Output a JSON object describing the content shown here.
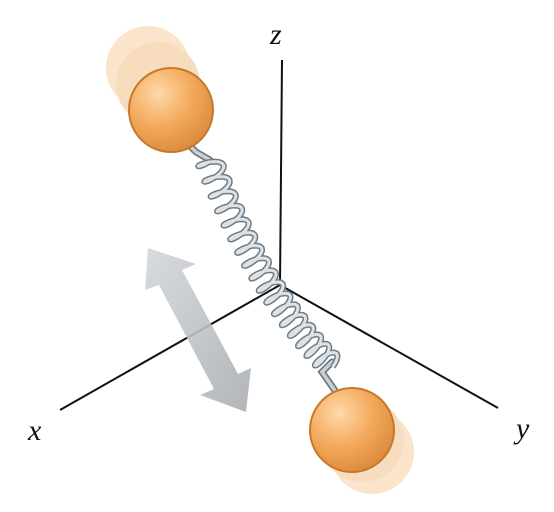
{
  "axes": {
    "z_label": "z",
    "x_label": "x",
    "y_label": "y",
    "color": "#111111"
  },
  "molecule": {
    "atom_color": "#F2A85A",
    "atom_edge_color": "#C7782C",
    "ghost_color": "#F7D0A3",
    "spring_color": "#A9B4BC",
    "spring_edge_color": "#6F7B84",
    "arrow_color": "#B9BDC1"
  }
}
